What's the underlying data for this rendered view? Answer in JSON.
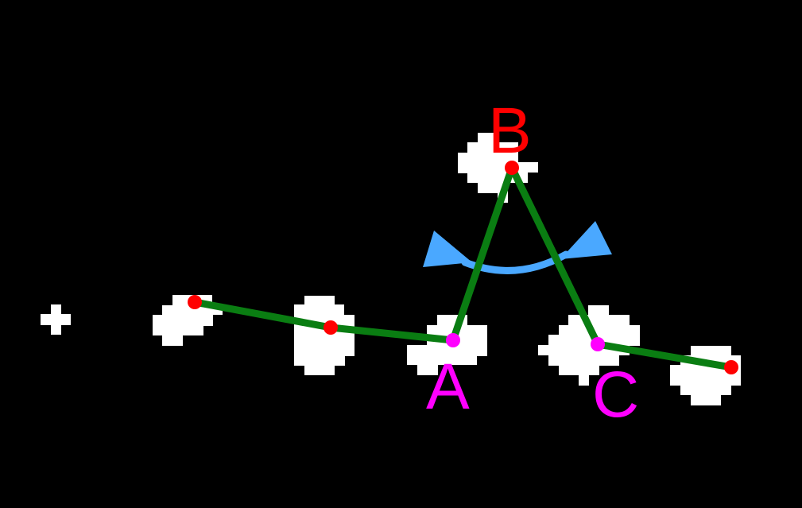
{
  "labels": {
    "a": "A",
    "b": "B",
    "c": "C"
  },
  "colors": {
    "background": "#000000",
    "blob": "#ffffff",
    "connector": "#0a7d12",
    "endpoint_node": "#ff0000",
    "selected_node": "#ff00ff",
    "label_b": "#ff0000",
    "label_ac": "#ff00ff",
    "angle_arrow": "#4aa8ff"
  },
  "icons": {
    "angle_indicator": "double-headed-curved-arrow",
    "marker": "plus-sign"
  }
}
